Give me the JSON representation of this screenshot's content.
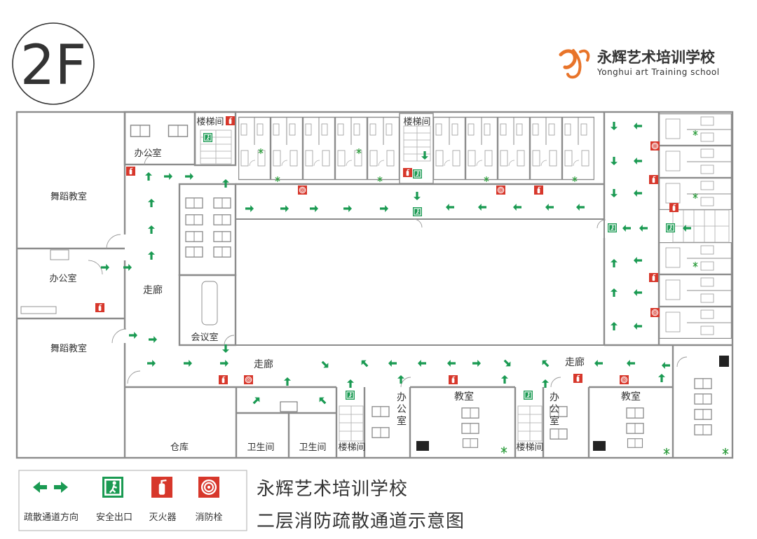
{
  "floor_label": "2F",
  "logo": {
    "name_cn": "永辉艺术培训学校",
    "name_en": "Yonghui art Training school",
    "colors": {
      "orange": "#e8742a",
      "blue": "#2e6fb6",
      "cyan": "#2a9fd6"
    }
  },
  "rooms": {
    "dance1": "舞蹈教室",
    "dance2": "舞蹈教室",
    "office_left": "办公室",
    "office_top": "办公室",
    "stairs_top1": "楼梯间",
    "stairs_top2": "楼梯间",
    "corridor_left": "走廊",
    "corridor_bottom1": "走廊",
    "corridor_bottom2": "走廊",
    "meeting": "会议室",
    "warehouse": "仓库",
    "restroom1": "卫生间",
    "restroom2": "卫生间",
    "stairs_bottom1": "楼梯间",
    "stairs_bottom2": "楼梯间",
    "office_b1": "办公室",
    "office_b2": "办公室",
    "classroom1": "教室",
    "classroom2": "教室"
  },
  "legend": {
    "evac_direction": "疏散通道方向",
    "safety_exit": "安全出口",
    "extinguisher": "灭火器",
    "hydrant": "消防栓"
  },
  "caption": {
    "line1": "永辉艺术培训学校",
    "line2": "二层消防疏散通道示意图"
  },
  "icons": [
    "evac-arrow-icon",
    "exit-sign-icon",
    "fire-extinguisher-icon",
    "fire-hydrant-icon"
  ],
  "colors": {
    "arrow_green": "#1a9a52",
    "exit_green": "#1a9a52",
    "fire_red": "#d7372b",
    "wall_gray": "#8c8c8c"
  }
}
